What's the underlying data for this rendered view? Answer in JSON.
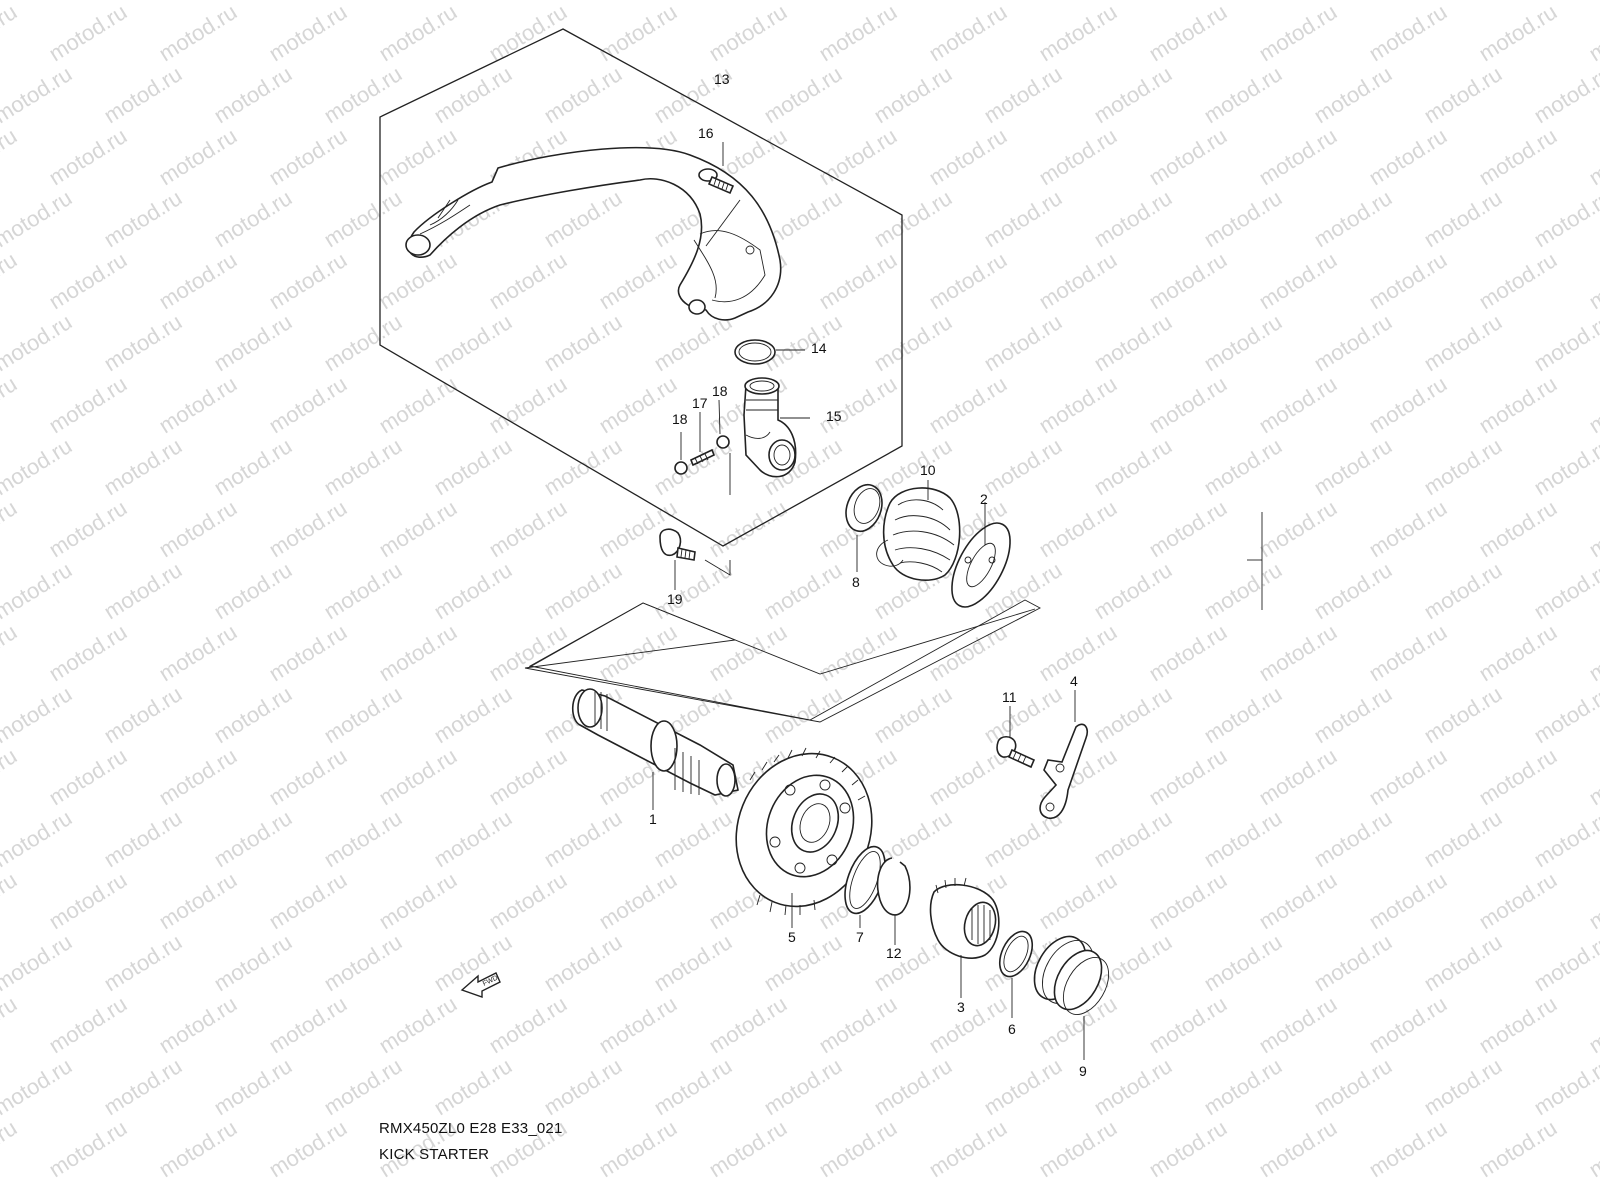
{
  "watermark": "motod.ru",
  "diagram": {
    "code": "RMX450ZL0 E28 E33_021",
    "title": "KICK STARTER",
    "fwd_label": "FWD"
  },
  "callouts": [
    {
      "id": "1",
      "label": "1"
    },
    {
      "id": "2",
      "label": "2"
    },
    {
      "id": "3",
      "label": "3"
    },
    {
      "id": "4",
      "label": "4"
    },
    {
      "id": "5",
      "label": "5"
    },
    {
      "id": "6",
      "label": "6"
    },
    {
      "id": "7",
      "label": "7"
    },
    {
      "id": "8",
      "label": "8"
    },
    {
      "id": "9",
      "label": "9"
    },
    {
      "id": "10",
      "label": "10"
    },
    {
      "id": "11",
      "label": "11"
    },
    {
      "id": "12",
      "label": "12"
    },
    {
      "id": "13",
      "label": "13"
    },
    {
      "id": "14",
      "label": "14"
    },
    {
      "id": "15",
      "label": "15"
    },
    {
      "id": "16",
      "label": "16"
    },
    {
      "id": "17",
      "label": "17"
    },
    {
      "id": "18a",
      "label": "18"
    },
    {
      "id": "18b",
      "label": "18"
    },
    {
      "id": "19",
      "label": "19"
    }
  ]
}
